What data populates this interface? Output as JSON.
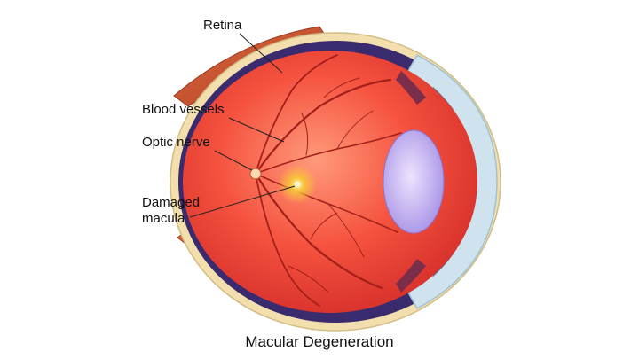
{
  "diagram": {
    "caption": "Macular Degeneration",
    "labels": {
      "retina": "Retina",
      "blood_vessels": "Blood vessels",
      "optic_nerve": "Optic nerve",
      "damaged_macula": "Damaged macula"
    }
  },
  "colors": {
    "vitreous": "#f2453a",
    "vitreous_light": "#ff8a70",
    "muscle": "#c9502e",
    "sclera": "#f3dfae",
    "choroid": "#3a2a6e",
    "iris": "#3f7fa8",
    "cornea": "#cfe3ef",
    "lens": "#b9a6ee",
    "vessel": "#a3201a",
    "macula": "#f7d34a"
  }
}
